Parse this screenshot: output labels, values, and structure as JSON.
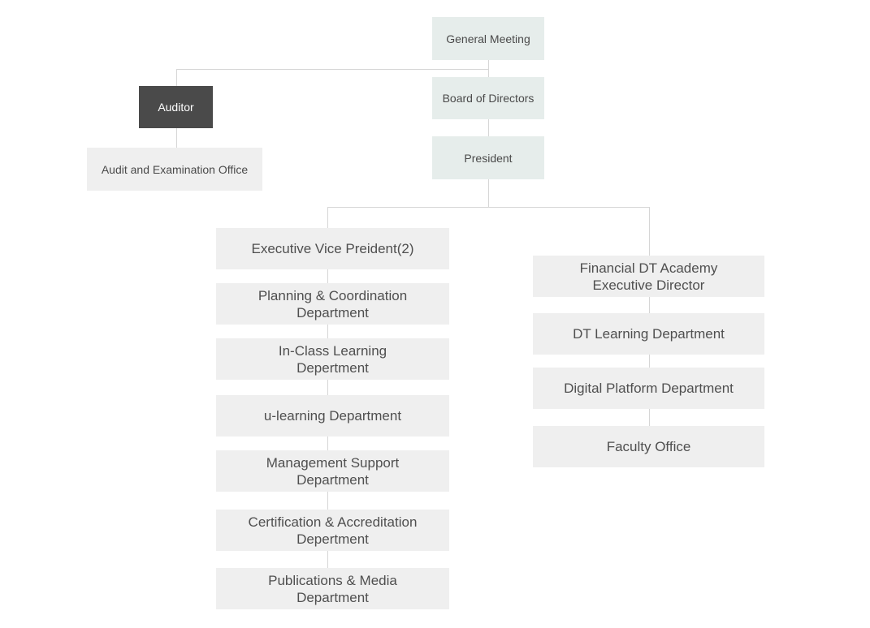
{
  "org_chart": {
    "top": {
      "general_meeting": "General Meeting",
      "board_of_directors": "Board of Directors",
      "president": "President"
    },
    "audit_branch": {
      "auditor": "Auditor",
      "audit_office": "Audit and Examination Office"
    },
    "left_branch": {
      "executive_vp": "Executive Vice Preident(2)",
      "planning": "Planning & Coordination\nDepartment",
      "in_class": "In-Class Learning\nDepertment",
      "u_learning": "u-learning Department",
      "management": "Management Support\nDepartment",
      "certification": "Certification & Accreditation\nDepertment",
      "publications": "Publications & Media\nDepartment"
    },
    "right_branch": {
      "financial_dt": "Financial DT Academy\nExecutive Director",
      "dt_learning": "DT Learning Department",
      "digital_platform": "Digital Platform Department",
      "faculty": "Faculty Office"
    },
    "colors": {
      "governance_box_bg": "#e6edeb",
      "department_box_bg": "#efefef",
      "auditor_box_bg": "#4a4a4a",
      "auditor_text": "#ffffff",
      "text": "#4f4f4f",
      "connector": "#d6d6d6"
    }
  }
}
